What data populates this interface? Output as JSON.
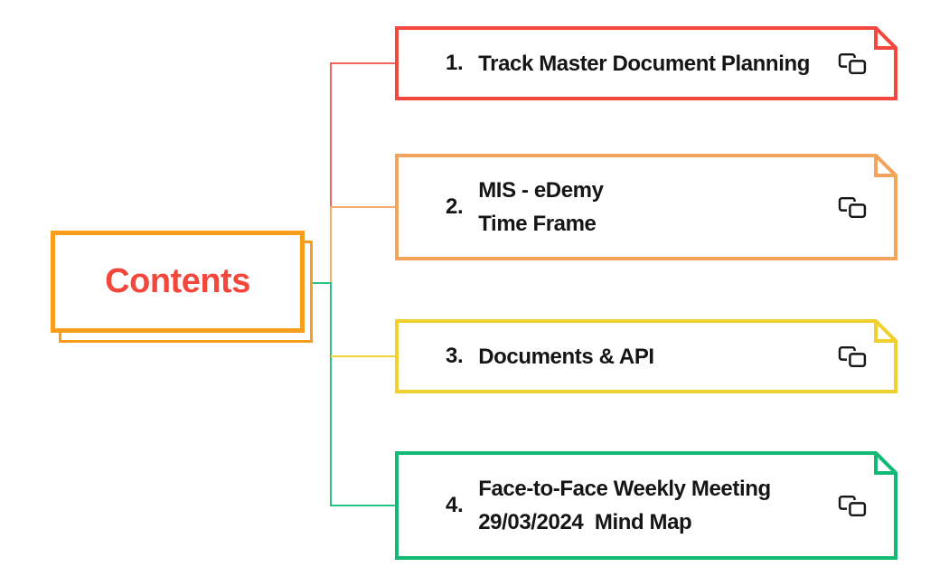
{
  "root": {
    "label": "Contents",
    "border_color": "#f99d1d",
    "text_color": "#f4473c"
  },
  "items": [
    {
      "number": "1.",
      "line1": "Track Master Document Planning",
      "line2": "",
      "color": "#f4473d",
      "icon": "link-icon"
    },
    {
      "number": "2.",
      "line1": "MIS - eDemy",
      "line2": "Time Frame",
      "color": "#f2a45c",
      "icon": "link-icon"
    },
    {
      "number": "3.",
      "line1": "Documents & API",
      "line2": "",
      "color": "#efd02c",
      "icon": "link-icon"
    },
    {
      "number": "4.",
      "line1": "Face-to-Face Weekly Meeting",
      "line2": "29/03/2024  Mind Map",
      "color": "#10ba75",
      "icon": "link-icon"
    }
  ],
  "colors": {
    "branch_red": "#f4635a",
    "branch_orange": "#f5ac6c",
    "branch_yellow": "#f0d335",
    "branch_green": "#2bc183",
    "item_text": "#151515",
    "icon": "#161616"
  }
}
